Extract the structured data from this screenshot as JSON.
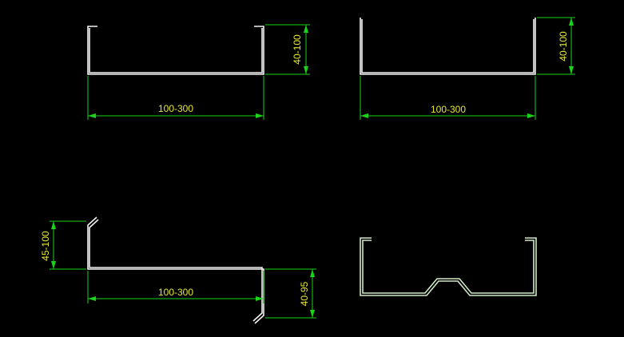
{
  "colors": {
    "background": "#000000",
    "profile_line": "#f2f2f2",
    "profile_line_alt": "#cfe8c6",
    "dimension_line": "#19d419",
    "dimension_text": "#e8e832"
  },
  "profiles": {
    "c_lipped": {
      "width_label": "100-300",
      "height_label": "40-100"
    },
    "u_plain": {
      "width_label": "100-300",
      "height_label": "40-100"
    },
    "z_section": {
      "width_label": "100-300",
      "left_height_label": "45-100",
      "right_height_label": "40-95"
    },
    "sigma_section": {}
  }
}
